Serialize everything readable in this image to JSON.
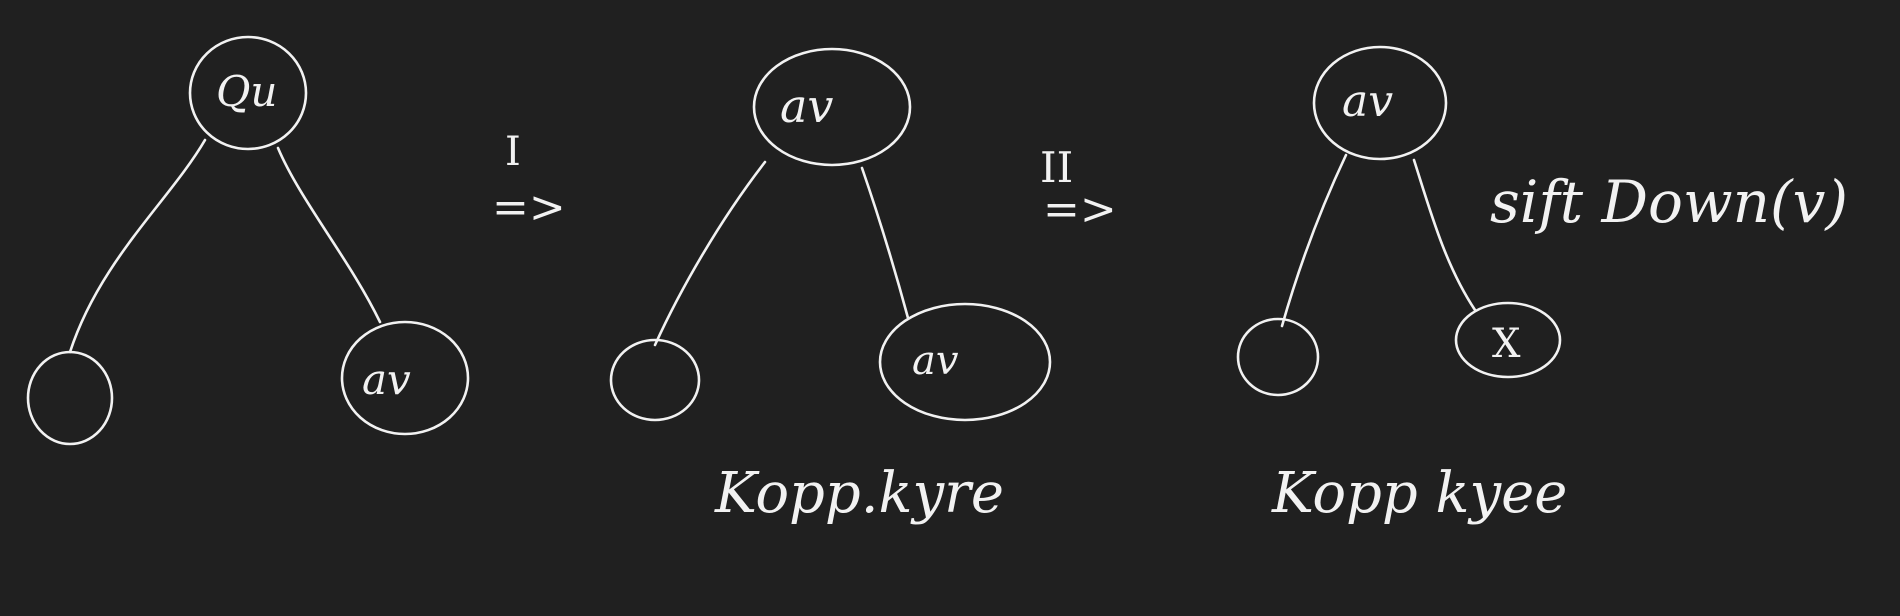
{
  "tree1": {
    "root_label": "Qu",
    "right_label": "av"
  },
  "step1": {
    "label": "I",
    "arrow": "=>"
  },
  "tree2": {
    "root_label": "av",
    "right_label": "av",
    "caption": "Kopp.kyre"
  },
  "step2": {
    "label": "II",
    "arrow": "=>"
  },
  "tree3": {
    "root_label": "av",
    "right_label": "X",
    "caption": "Kopp kyee",
    "annotation": "sift Down(v)"
  },
  "colors": {
    "background": "#202020",
    "ink": "#f2f2f2"
  }
}
